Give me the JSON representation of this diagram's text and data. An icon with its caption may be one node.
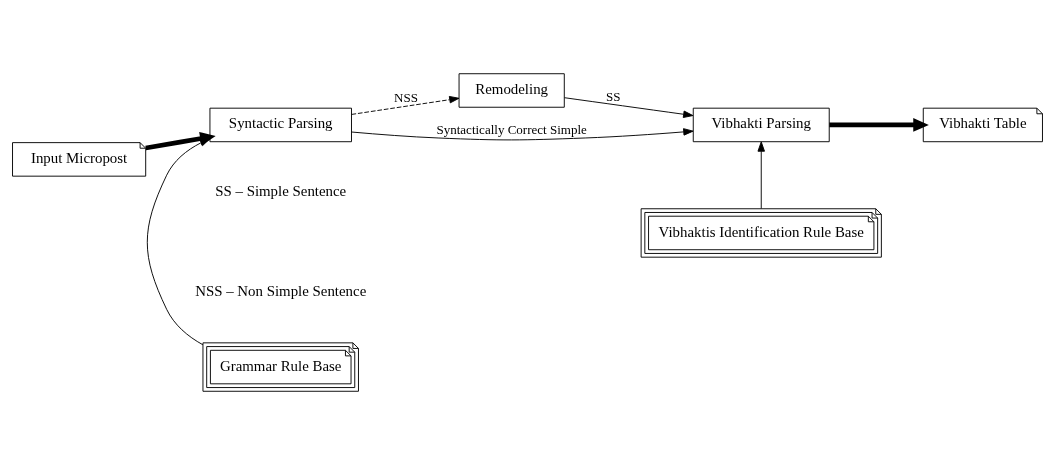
{
  "diagram": {
    "nodes": [
      {
        "text": [
          "Input Micropost"
        ]
      },
      {
        "text": [
          "Syntactic Parsing"
        ]
      },
      {
        "text": [
          "Remodeling"
        ]
      },
      {
        "text": [
          "Vibhakti Parsing"
        ]
      },
      {
        "text": [
          "Vibhakti Table"
        ]
      },
      {
        "text": [
          "Grammar Rule Base"
        ]
      },
      {
        "text": [
          "Vibhaktis Identification Rule Base"
        ]
      }
    ],
    "edges": [
      {
        "from": 0,
        "to": 1,
        "arrow": "to",
        "style": "thick"
      },
      {
        "from": 1,
        "to": 3,
        "arrow": "to",
        "label": "Syntactically Correct Simple"
      },
      {
        "from": 1,
        "to": 2,
        "arrow": "to",
        "label": "NSS",
        "style": "dashed"
      },
      {
        "from": 2,
        "to": 3,
        "arrow": "to",
        "label": "SS"
      },
      {
        "from": 3,
        "to": 4,
        "arrow": "to",
        "style": "thick"
      },
      {
        "from": 5,
        "to": 1,
        "arrow": "to"
      },
      {
        "from": 6,
        "to": 3,
        "arrow": "to"
      }
    ],
    "labels": [
      "SS – Simple Sentence",
      "NSS – Non Simple Sentence"
    ]
  }
}
